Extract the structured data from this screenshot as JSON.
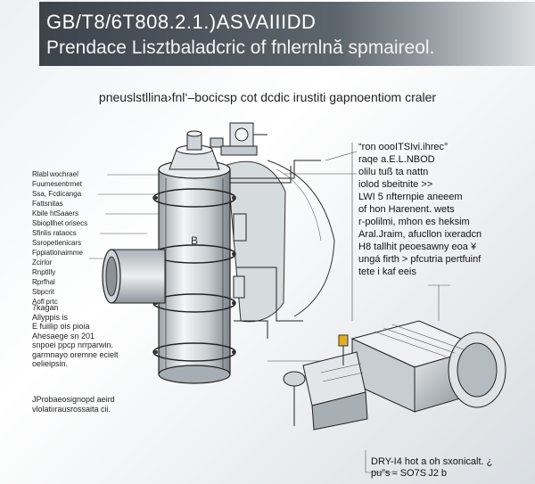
{
  "header": {
    "title": "GB/T8/6T808.2.1.)ASVAIIIDD",
    "subtitle": "Prendace Lisztbaladcric of fnlernlnă spmaireol."
  },
  "caption": "pneuslstllina›fnl‘–bocicsp cot dcdic irustiti gapnoentiom craler",
  "left_labels": [
    "Rlabl wochrael",
    "Fuumesentrmet",
    "Ssa, Fcdicanga",
    "Fattsnitas",
    "Kbile htSaaers",
    "Sbiopllhet orisecs",
    "Sfinlis rataocs",
    "Ssropetlenicars",
    "Fppiatlonaimme",
    "Zcirlor",
    "Rnptllly",
    "Rprfhal",
    "Sbpcrit",
    "Aofl prtc"
  ],
  "left_paragraph": [
    "7kagan",
    "Allyppis is",
    "E fuiilip ois pioia",
    "Ahesaege sn 201",
    "snpoei ppcp nrrparwin.",
    "garmnayo oremne ecielt",
    "oelieipsin."
  ],
  "left_footer": [
    "JProbaeosignopd aeird",
    "vlolatiırausrossaita cii."
  ],
  "right_annotation": [
    "“ron oooITSIvi.ihrec°",
    "raqe a.E.L.NBOD",
    "olilu tuß ta nattn",
    "iolod sbeitnite >>",
    "LWI 5 nfternpie aneeem",
    "of hon Harenent. wets",
    "r-polilmi, mhon es heksim",
    "Aral.Jraim, afucllon ixeradcn",
    "H8 tallhit peoesawny eoa ¥",
    "ungá firth > pfcutria pertfuinf",
    "tete i kaf eeis"
  ],
  "bottom_note": [
    "DRY-I4 hot a oh sxonicalt. ¿",
    "pu”s ≈ SO7S J2 b"
  ],
  "drawing_label": "B"
}
